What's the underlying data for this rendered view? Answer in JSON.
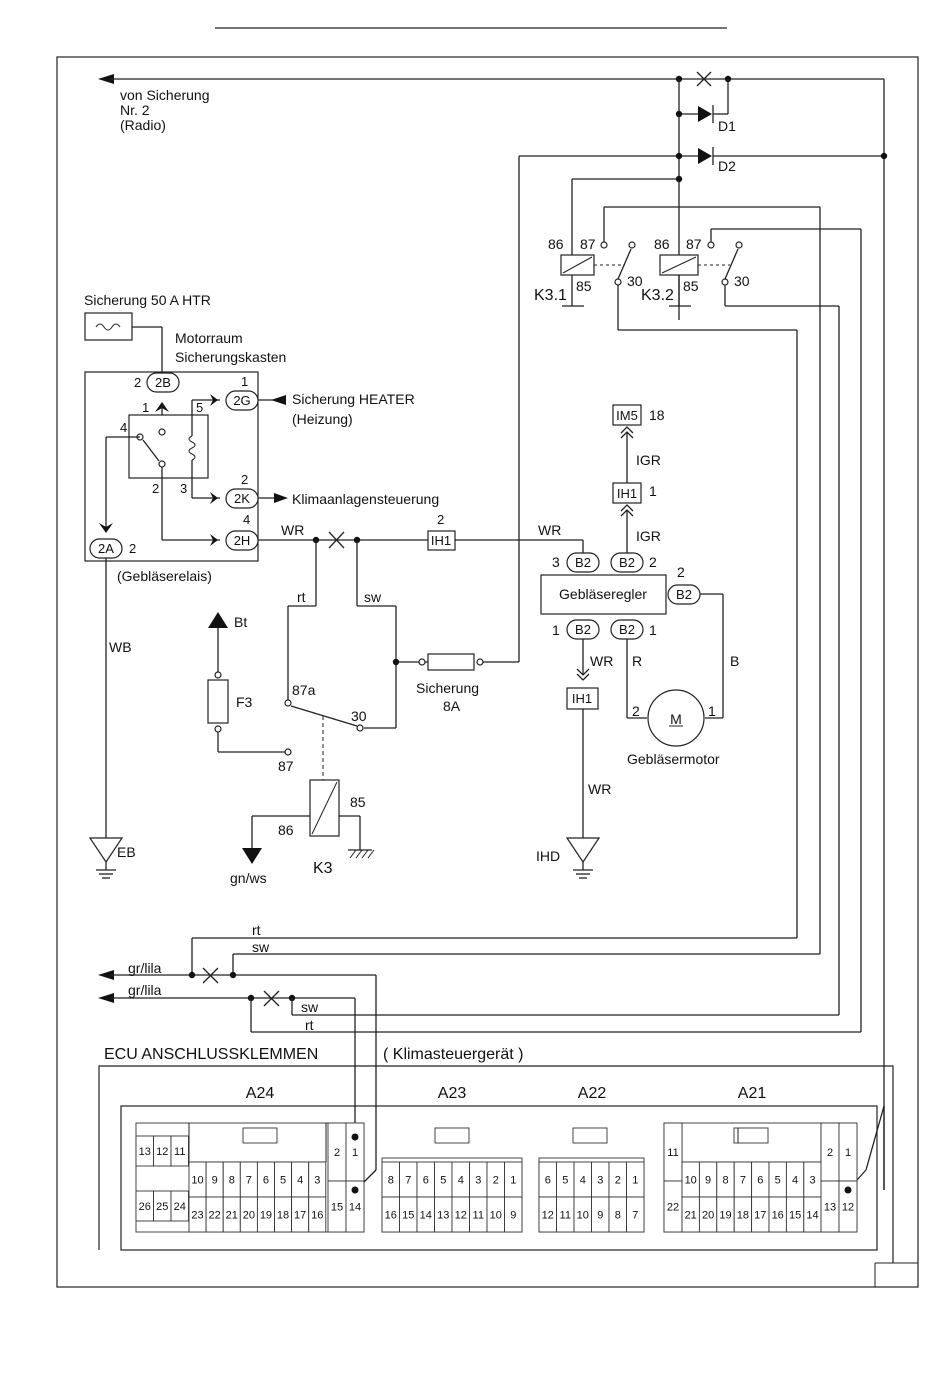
{
  "labels": {
    "from_fuse": [
      "von Sicherung",
      "Nr. 2",
      "(Radio)"
    ],
    "d1": "D1",
    "d2": "D2",
    "k31": "K3.1",
    "k32": "K3.2",
    "pin_86": "86",
    "pin_87": "87",
    "pin_85": "85",
    "pin_30": "30",
    "pin_87a": "87a",
    "fuse_htr": "Sicherung 50 A HTR",
    "motorraum": [
      "Motorraum",
      "Sicherungskasten"
    ],
    "heater_fuse": [
      "Sicherung  HEATER",
      "(Heizung)"
    ],
    "klima": "Klimaanlagensteuerung",
    "geblaeserelais": "(Gebläserelais)",
    "wr": "WR",
    "wb": "WB",
    "rt": "rt",
    "sw": "sw",
    "r": "R",
    "b": "B",
    "bt": "Bt",
    "f3": "F3",
    "k3": "K3",
    "gnws": "gn/ws",
    "eb": "EB",
    "ihd": "IHD",
    "igr": "IGR",
    "fuse_8a": [
      "Sicherung",
      "8A"
    ],
    "geblaeseregler": "Gebläseregler",
    "geblaesemotor": "Gebläsermotor",
    "motor": "M",
    "grlila": "gr/lila",
    "ecu_title": "ECU ANSCHLUSSKLEMMEN",
    "ecu_sub": "( Klimasteuergerät )",
    "a24": "A24",
    "a23": "A23",
    "a22": "A22",
    "a21": "A21"
  },
  "connectors": {
    "c2b": "2B",
    "c2g": "2G",
    "c2k": "2K",
    "c2h": "2H",
    "c2a": "2A",
    "ih1": "IH1",
    "im5": "IM5",
    "b2": "B2"
  },
  "pins": {
    "n1": "1",
    "n2": "2",
    "n3": "3",
    "n4": "4",
    "n5": "5",
    "n18": "18"
  },
  "ecu": {
    "a24": {
      "left_top": [
        "13",
        "12",
        "11"
      ],
      "left_bot": [
        "26",
        "25",
        "24"
      ],
      "mid_top": [
        "10",
        "9",
        "8",
        "7",
        "6",
        "5",
        "4",
        "3"
      ],
      "mid_bot": [
        "23",
        "22",
        "21",
        "20",
        "19",
        "18",
        "17",
        "16"
      ],
      "right_top": [
        "2",
        "1"
      ],
      "right_bot": [
        "15",
        "14"
      ]
    },
    "a23": {
      "top": [
        "8",
        "7",
        "6",
        "5",
        "4",
        "3",
        "2",
        "1"
      ],
      "bot": [
        "16",
        "15",
        "14",
        "13",
        "12",
        "11",
        "10",
        "9"
      ]
    },
    "a22": {
      "top": [
        "6",
        "5",
        "4",
        "3",
        "2",
        "1"
      ],
      "bot": [
        "12",
        "11",
        "10",
        "9",
        "8",
        "7"
      ]
    },
    "a21": {
      "left_top": [
        "11"
      ],
      "left_bot": [
        "22"
      ],
      "mid_top": [
        "10",
        "9",
        "8",
        "7",
        "6",
        "5",
        "4",
        "3"
      ],
      "mid_bot": [
        "21",
        "20",
        "19",
        "18",
        "17",
        "16",
        "15",
        "14"
      ],
      "right_top": [
        "2",
        "1"
      ],
      "right_bot": [
        "13",
        "12"
      ]
    }
  }
}
